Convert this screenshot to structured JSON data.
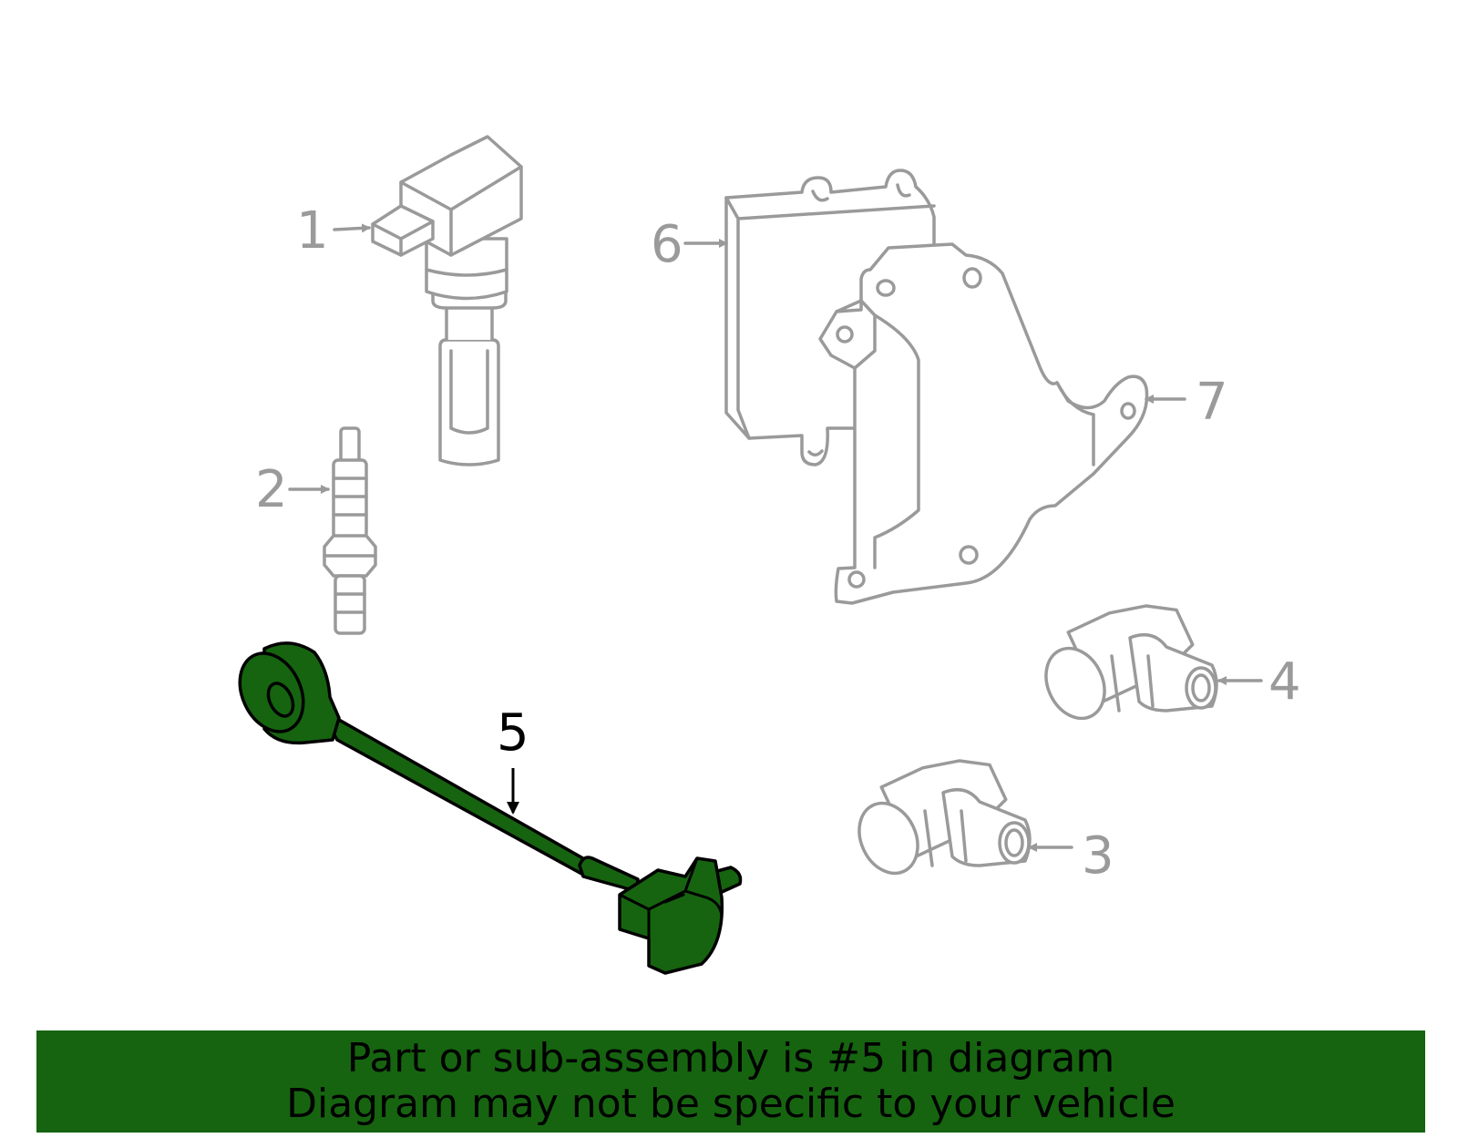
{
  "diagram": {
    "callouts": [
      {
        "id": "1",
        "label": "1"
      },
      {
        "id": "2",
        "label": "2"
      },
      {
        "id": "3",
        "label": "3"
      },
      {
        "id": "4",
        "label": "4"
      },
      {
        "id": "5",
        "label": "5"
      },
      {
        "id": "6",
        "label": "6"
      },
      {
        "id": "7",
        "label": "7"
      }
    ],
    "highlighted_part": "5",
    "colors": {
      "highlight": "#166410",
      "parts_outline": "#9a9a9a",
      "banner_background": "#166410"
    }
  },
  "banner": {
    "line1": "Part or sub-assembly is #5 in diagram",
    "line2": "Diagram may not be specific to your vehicle"
  }
}
